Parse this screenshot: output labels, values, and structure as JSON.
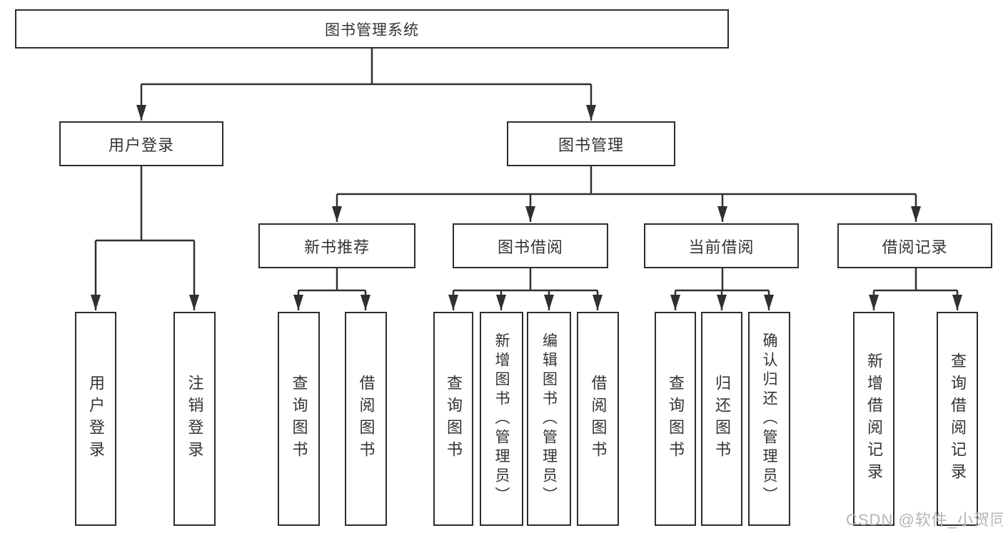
{
  "colors": {
    "line": "#303030",
    "border": "#2d2d2d",
    "fill": "#ffffff",
    "text": "#333333",
    "watermark": "#b5b5b5",
    "bg": "#ffffff"
  },
  "root": {
    "label": "图书管理系统"
  },
  "level2": [
    {
      "label": "用户登录"
    },
    {
      "label": "图书管理"
    }
  ],
  "level3": [
    {
      "label": "新书推荐"
    },
    {
      "label": "图书借阅"
    },
    {
      "label": "当前借阅"
    },
    {
      "label": "借阅记录"
    }
  ],
  "leaves": [
    {
      "label": "用户登录"
    },
    {
      "label": "注销登录"
    },
    {
      "label": "查询图书"
    },
    {
      "label": "借阅图书"
    },
    {
      "label": "查询图书"
    },
    {
      "label": "新增图书（管理员）"
    },
    {
      "label": "编辑图书（管理员）"
    },
    {
      "label": "借阅图书"
    },
    {
      "label": "查询图书"
    },
    {
      "label": "归还图书"
    },
    {
      "label": "确认归还（管理员）"
    },
    {
      "label": "新增借阅记录"
    },
    {
      "label": "查询借阅记录"
    }
  ],
  "watermark": {
    "text": "CSDN @软件_小贺同学"
  }
}
